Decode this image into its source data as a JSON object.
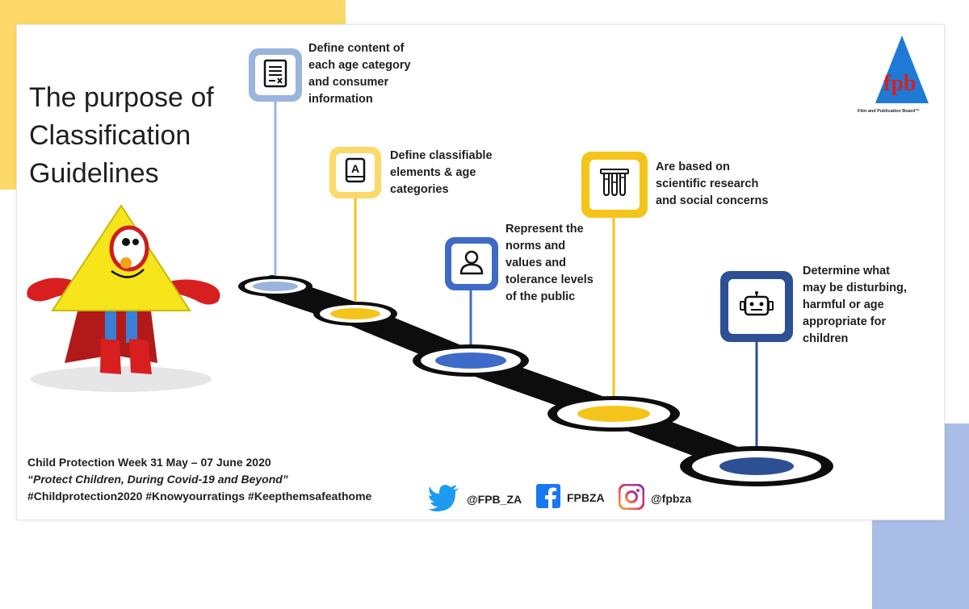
{
  "title": "The purpose of\nClassification\nGuidelines",
  "steps": [
    {
      "text": "Define content of\neach age category\nand consumer\ninformation",
      "icon": "document-icon"
    },
    {
      "text": "Define classifiable\nelements & age\ncategories",
      "icon": "rated-book-icon"
    },
    {
      "text": "Represent the\nnorms and\nvalues and\ntolerance levels\nof the public",
      "icon": "person-icon"
    },
    {
      "text": "Are based on\nscientific research\nand social concerns",
      "icon": "test-tubes-icon"
    },
    {
      "text": "Determine what\nmay be disturbing,\nharmful or age\nappropriate for\nchildren",
      "icon": "robot-icon"
    }
  ],
  "logo": {
    "letters": "fpb",
    "caption": "Film and Publication Board™"
  },
  "footer": {
    "event": "Child Protection Week  31 May – 07 June 2020",
    "quote": "“Protect Children, During Covid-19 and Beyond”",
    "hashtags": "#Childprotection2020  #Knowyourratings  #Keepthemsafeathome"
  },
  "social": {
    "twitter": "@FPB_ZA",
    "facebook": "FPBZA",
    "instagram": "@fpbza"
  },
  "colors": {
    "accent_yellow": "#fdd96a",
    "marker_yellow": "#f5c41a",
    "light_blue": "#9ab4de",
    "mid_blue": "#3e6bc8",
    "dark_blue": "#2d4f93",
    "path": "#0d0d0d"
  }
}
